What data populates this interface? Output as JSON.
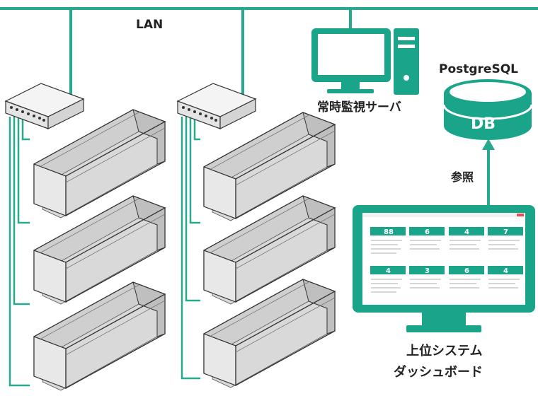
{
  "labels": {
    "lan": "LAN",
    "server": "常時監視サーバ",
    "postgres": "PostgreSQL",
    "db": "DB",
    "reference": "参照",
    "upper_line1": "上位システム",
    "upper_line2": "ダッシュボード"
  },
  "dashboard": {
    "tiles_row1": [
      "88",
      "6",
      "4",
      "7"
    ],
    "tiles_row2": [
      "4",
      "3",
      "6",
      "4"
    ]
  },
  "colors": {
    "accent": "#1aa58a",
    "rack_fill": "#e2e2e2",
    "rack_stroke": "#333333",
    "line": "#27a98f"
  }
}
